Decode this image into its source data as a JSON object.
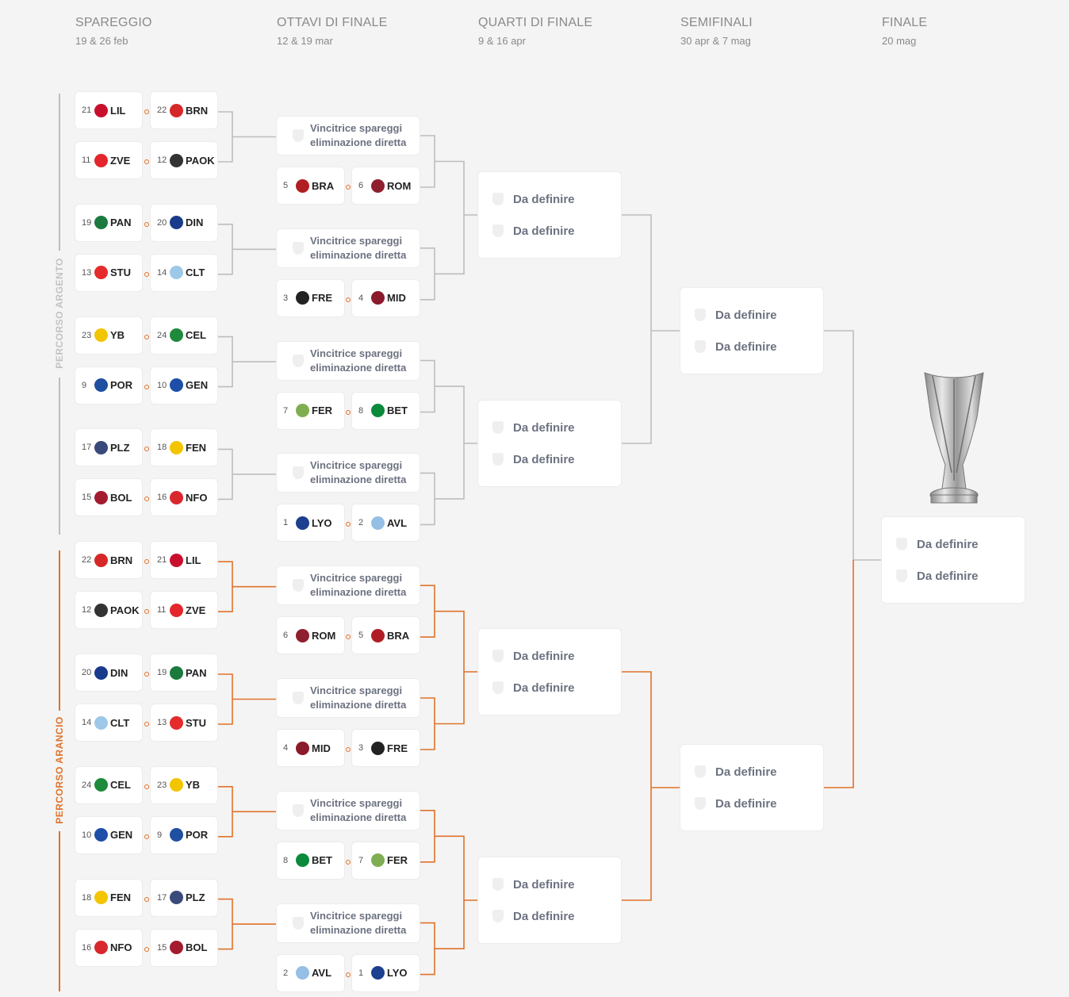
{
  "stages": [
    {
      "title": "SPAREGGIO",
      "date": "19 & 26 feb"
    },
    {
      "title": "OTTAVI DI FINALE",
      "date": "12 & 19 mar"
    },
    {
      "title": "QUARTI DI FINALE",
      "date": "9 & 16 apr"
    },
    {
      "title": "SEMIFINALI",
      "date": "30 apr & 7 mag"
    },
    {
      "title": "FINALE",
      "date": "20 mag"
    }
  ],
  "paths": {
    "silver": "PERCORSO ARGENTO",
    "orange": "PERCORSO ARANCIO"
  },
  "colors": {
    "silver": "#bdbdbd",
    "orange": "#e0722a",
    "dot": "#e0722a"
  },
  "placeholder": {
    "line1": "Vincitrice spareggi",
    "line2": "eliminazione diretta"
  },
  "tbd": "Da definire",
  "trophy_icon": "europa-league-trophy",
  "playoff": [
    {
      "path": "silver",
      "rows": [
        [
          {
            "seed": "21",
            "team": "LIL",
            "color": "#c8102e"
          },
          {
            "seed": "22",
            "team": "BRN",
            "color": "#d62828"
          }
        ],
        [
          {
            "seed": "11",
            "team": "ZVE",
            "color": "#e3262c"
          },
          {
            "seed": "12",
            "team": "PAOK",
            "color": "#333333"
          }
        ]
      ]
    },
    {
      "path": "silver",
      "rows": [
        [
          {
            "seed": "19",
            "team": "PAN",
            "color": "#1b7a3e"
          },
          {
            "seed": "20",
            "team": "DIN",
            "color": "#1a3b8c"
          }
        ],
        [
          {
            "seed": "13",
            "team": "STU",
            "color": "#e52b2b"
          },
          {
            "seed": "14",
            "team": "CLT",
            "color": "#9ec8e8"
          }
        ]
      ]
    },
    {
      "path": "silver",
      "rows": [
        [
          {
            "seed": "23",
            "team": "YB",
            "color": "#f2c500"
          },
          {
            "seed": "24",
            "team": "CEL",
            "color": "#1f8a3b"
          }
        ],
        [
          {
            "seed": "9",
            "team": "POR",
            "color": "#1f4fa0"
          },
          {
            "seed": "10",
            "team": "GEN",
            "color": "#1d4ea8"
          }
        ]
      ]
    },
    {
      "path": "silver",
      "rows": [
        [
          {
            "seed": "17",
            "team": "PLZ",
            "color": "#3a4a7a"
          },
          {
            "seed": "18",
            "team": "FEN",
            "color": "#f2c500"
          }
        ],
        [
          {
            "seed": "15",
            "team": "BOL",
            "color": "#a31b2f"
          },
          {
            "seed": "16",
            "team": "NFO",
            "color": "#d9272e"
          }
        ]
      ]
    },
    {
      "path": "orange",
      "rows": [
        [
          {
            "seed": "22",
            "team": "BRN",
            "color": "#d62828"
          },
          {
            "seed": "21",
            "team": "LIL",
            "color": "#c8102e"
          }
        ],
        [
          {
            "seed": "12",
            "team": "PAOK",
            "color": "#333333"
          },
          {
            "seed": "11",
            "team": "ZVE",
            "color": "#e3262c"
          }
        ]
      ]
    },
    {
      "path": "orange",
      "rows": [
        [
          {
            "seed": "20",
            "team": "DIN",
            "color": "#1a3b8c"
          },
          {
            "seed": "19",
            "team": "PAN",
            "color": "#1b7a3e"
          }
        ],
        [
          {
            "seed": "14",
            "team": "CLT",
            "color": "#9ec8e8"
          },
          {
            "seed": "13",
            "team": "STU",
            "color": "#e52b2b"
          }
        ]
      ]
    },
    {
      "path": "orange",
      "rows": [
        [
          {
            "seed": "24",
            "team": "CEL",
            "color": "#1f8a3b"
          },
          {
            "seed": "23",
            "team": "YB",
            "color": "#f2c500"
          }
        ],
        [
          {
            "seed": "10",
            "team": "GEN",
            "color": "#1d4ea8"
          },
          {
            "seed": "9",
            "team": "POR",
            "color": "#1f4fa0"
          }
        ]
      ]
    },
    {
      "path": "orange",
      "rows": [
        [
          {
            "seed": "18",
            "team": "FEN",
            "color": "#f2c500"
          },
          {
            "seed": "17",
            "team": "PLZ",
            "color": "#3a4a7a"
          }
        ],
        [
          {
            "seed": "16",
            "team": "NFO",
            "color": "#d9272e"
          },
          {
            "seed": "15",
            "team": "BOL",
            "color": "#a31b2f"
          }
        ]
      ]
    }
  ],
  "r16": [
    {
      "path": "silver",
      "pair": [
        {
          "seed": "5",
          "team": "BRA",
          "color": "#b01e23"
        },
        {
          "seed": "6",
          "team": "ROM",
          "color": "#8e1f2f"
        }
      ]
    },
    {
      "path": "silver",
      "pair": [
        {
          "seed": "3",
          "team": "FRE",
          "color": "#222222"
        },
        {
          "seed": "4",
          "team": "MID",
          "color": "#8b1a2b"
        }
      ]
    },
    {
      "path": "silver",
      "pair": [
        {
          "seed": "7",
          "team": "FER",
          "color": "#7fae52"
        },
        {
          "seed": "8",
          "team": "BET",
          "color": "#0b8a3c"
        }
      ]
    },
    {
      "path": "silver",
      "pair": [
        {
          "seed": "1",
          "team": "LYO",
          "color": "#1d3f8f"
        },
        {
          "seed": "2",
          "team": "AVL",
          "color": "#95bfe5"
        }
      ]
    },
    {
      "path": "orange",
      "pair": [
        {
          "seed": "6",
          "team": "ROM",
          "color": "#8e1f2f"
        },
        {
          "seed": "5",
          "team": "BRA",
          "color": "#b01e23"
        }
      ]
    },
    {
      "path": "orange",
      "pair": [
        {
          "seed": "4",
          "team": "MID",
          "color": "#8b1a2b"
        },
        {
          "seed": "3",
          "team": "FRE",
          "color": "#222222"
        }
      ]
    },
    {
      "path": "orange",
      "pair": [
        {
          "seed": "8",
          "team": "BET",
          "color": "#0b8a3c"
        },
        {
          "seed": "7",
          "team": "FER",
          "color": "#7fae52"
        }
      ]
    },
    {
      "path": "orange",
      "pair": [
        {
          "seed": "2",
          "team": "AVL",
          "color": "#95bfe5"
        },
        {
          "seed": "1",
          "team": "LYO",
          "color": "#1d3f8f"
        }
      ]
    }
  ]
}
